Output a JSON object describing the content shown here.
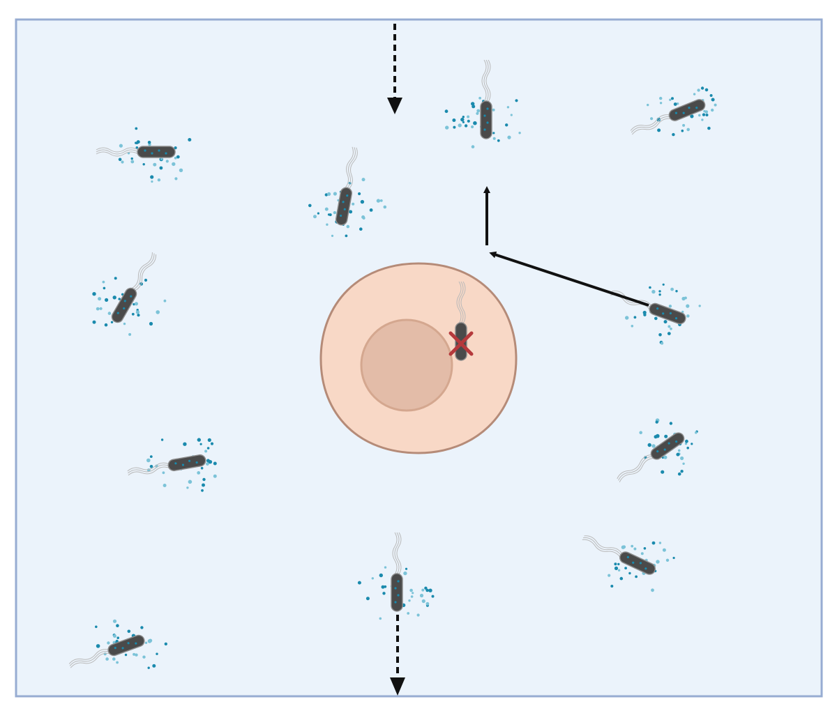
{
  "diagram": {
    "colors": {
      "medium_fill": "#ebf3fb",
      "medium_border": "#97acd2",
      "cell_fill": "#f8d8c6",
      "cell_border": "#b58b78",
      "nucleus_fill": "#e3bca8",
      "nucleus_border": "#d4a78f",
      "bacterium_body": "#4a4a4a",
      "bacterium_outline": "#8a8a8a",
      "secreted_molecule_dark": "#1a8aad",
      "secreted_molecule_light": "#7cc3d8",
      "cross_mark": "#b5393c",
      "arrow": "#111111"
    },
    "elements": {
      "medium": "extracellular-medium",
      "host_cell": "host-cell",
      "nucleus": "host-nucleus",
      "bacteria_count": 12,
      "blocked_bacterium_marker": "cross-icon",
      "solid_arrow_path": "elbow-arrow-up",
      "dashed_arrows": [
        "dashed-arrow-in-top",
        "dashed-arrow-out-bottom"
      ]
    }
  }
}
